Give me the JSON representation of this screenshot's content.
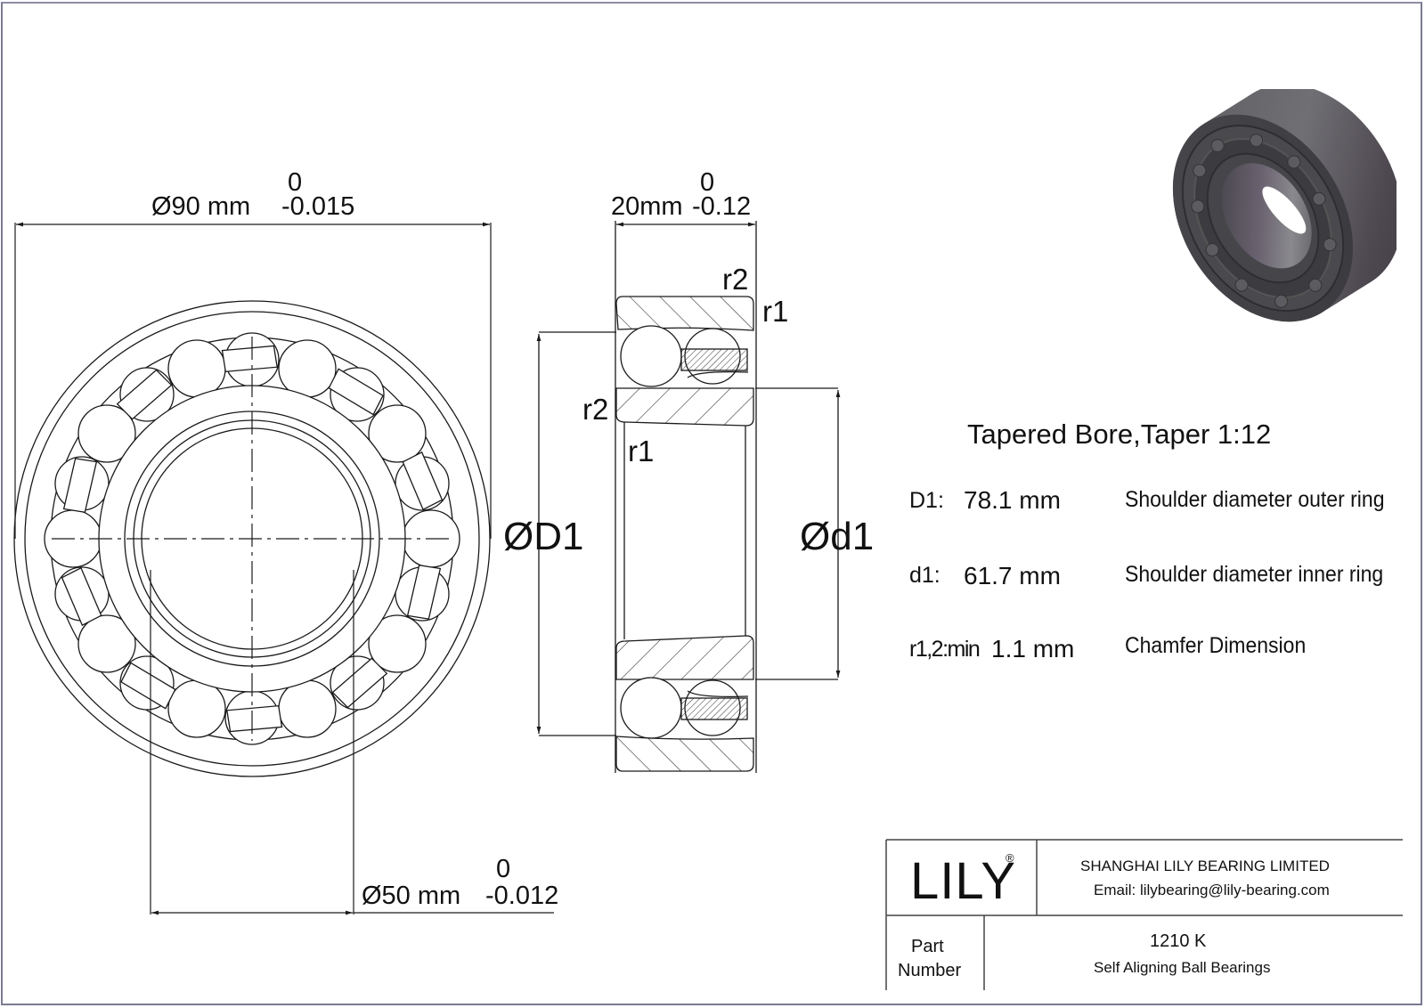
{
  "drawing": {
    "front_view": {
      "outer_diameter_label": "Ø90 mm",
      "outer_diameter_tol_upper": "0",
      "outer_diameter_tol_lower": "-0.015",
      "bore_diameter_label": "Ø50 mm",
      "bore_diameter_tol_upper": "0",
      "bore_diameter_tol_lower": "-0.012",
      "balls_per_row": 10
    },
    "section_view": {
      "width_label": "20mm",
      "width_tol_upper": "0",
      "width_tol_lower": "-0.12",
      "r2_top": "r2",
      "r1_top": "r1",
      "r2_left": "r2",
      "r1_bore": "r1",
      "D1_label": "ØD1",
      "d1_label": "Ød1"
    }
  },
  "specs": {
    "title": "Tapered Bore,Taper 1:12",
    "rows": [
      {
        "key": "D1:",
        "value": "78.1 mm",
        "desc": "Shoulder diameter outer ring"
      },
      {
        "key": "d1:",
        "value": "61.7 mm",
        "desc": "Shoulder diameter inner ring"
      },
      {
        "key": "r1,2:min",
        "value": "1.1 mm",
        "desc": "Chamfer Dimension"
      }
    ]
  },
  "title_block": {
    "logo": "LILY",
    "logo_mark": "®",
    "company": "SHANGHAI LILY BEARING LIMITED",
    "email": "Email: lilybearing@lily-bearing.com",
    "part_label_1": "Part",
    "part_label_2": "Number",
    "part_number": "1210 K",
    "part_desc": "Self Aligning Ball Bearings"
  },
  "colors": {
    "line": "#1a1a1a",
    "frame": "#7a7a92",
    "render_body": "#4a4a4e"
  }
}
